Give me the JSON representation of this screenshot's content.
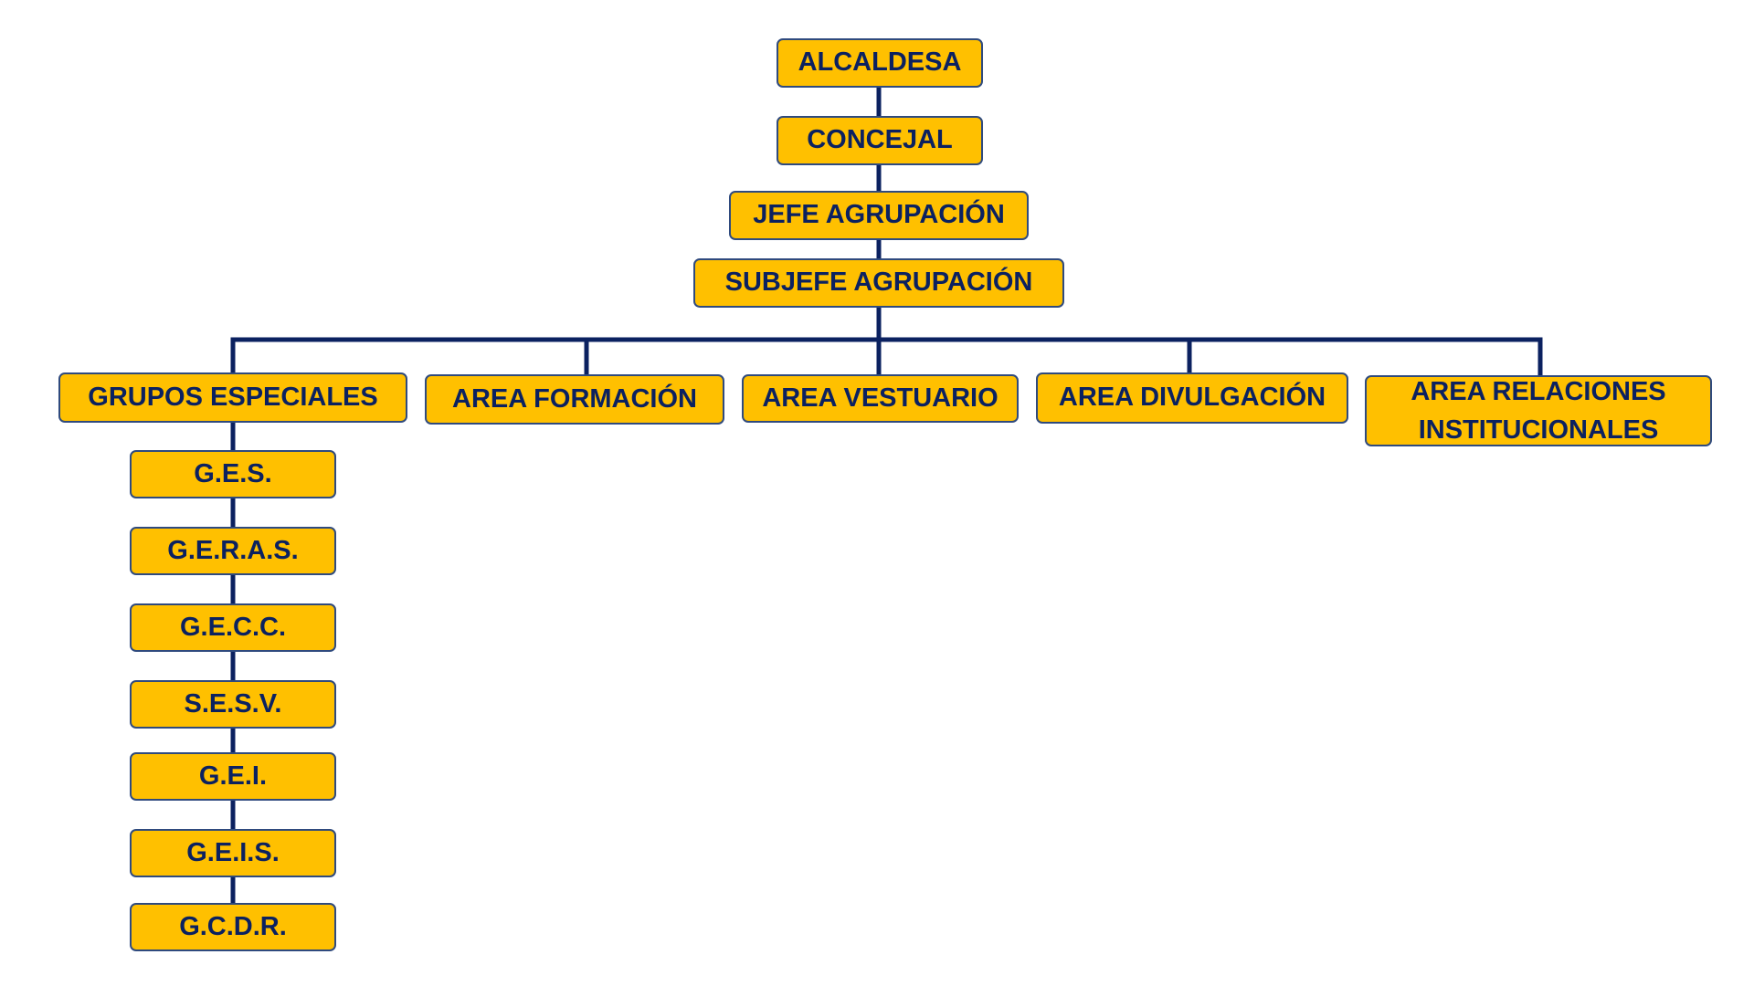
{
  "org_chart": {
    "top_chain": [
      {
        "label": "ALCALDESA"
      },
      {
        "label": "CONCEJAL"
      },
      {
        "label": "JEFE AGRUPACIÓN"
      },
      {
        "label": "SUBJEFE AGRUPACIÓN"
      }
    ],
    "areas": [
      {
        "label": "GRUPOS ESPECIALES"
      },
      {
        "label": "AREA FORMACIÓN"
      },
      {
        "label": "AREA VESTUARIO"
      },
      {
        "label": "AREA DIVULGACIÓN"
      },
      {
        "label": "AREA RELACIONES INSTITUCIONALES"
      }
    ],
    "special_groups": [
      {
        "label": "G.E.S."
      },
      {
        "label": "G.E.R.A.S."
      },
      {
        "label": "G.E.C.C."
      },
      {
        "label": "S.E.S.V."
      },
      {
        "label": "G.E.I."
      },
      {
        "label": "G.E.I.S."
      },
      {
        "label": "G.C.D.R."
      }
    ],
    "colors": {
      "box_fill": "#ffc000",
      "box_border": "#2f4a7e",
      "text": "#0b2160",
      "connector": "#0b2160"
    }
  }
}
